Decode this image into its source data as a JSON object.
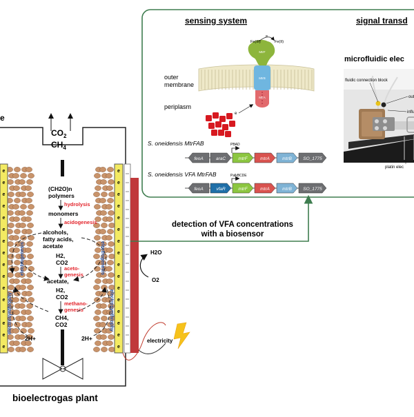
{
  "reactor": {
    "gas_line1": "CO",
    "gas_line1_sub": "2",
    "gas_line2": "CH",
    "gas_line2_sub": "4",
    "left_partial": "e",
    "polymers_formula": "(CH2O)n",
    "polymers": "polymers",
    "hydrolysis": "hydrolysis",
    "monomers": "monomers",
    "acidogenesis": "acidogenesis",
    "alcohols": "alcohols,",
    "fatty_acids": "fatty acids,",
    "acetate1": "acetate",
    "h2_a": "H2,",
    "co2_a": "CO2",
    "acetogenesis_1": "aceto-",
    "acetogenesis_2": "genesis",
    "acetate2": "acetate,",
    "h2_b": "H2,",
    "co2_b": "CO2",
    "methanogenesis_1": "methano-",
    "methanogenesis_2": "genesis",
    "ch4_out": "CH4,",
    "co2_out": "CO2",
    "proton_left": "2H+",
    "proton_right": "2H+",
    "electrogenesis": "electrogenesis",
    "electrosynthrophy": "electrosynthrophy",
    "electrode_symbol": "e",
    "h2o": "H2O",
    "o2": "O2",
    "electricity": "electricity",
    "title": "bioelectrogas plant"
  },
  "detection": {
    "line1": "detection of VFA concentrations",
    "line2": "with a biosensor"
  },
  "sensing": {
    "title": "sensing system",
    "outer_1": "outer",
    "outer_2": "membrane",
    "periplasm": "periplasm",
    "electron": "e",
    "fe3": "Fe(III)",
    "fe2": "Fe(II)",
    "e_top": "e",
    "mtrf": "MtrF",
    "mtrb": "MtrB",
    "mtra": "MtrA",
    "construct1_label": "S. oneidensis MtrFAB",
    "construct1_promoter": "PBAD",
    "construct1_genes": [
      "feoA",
      "araC",
      "mtrF",
      "mtrA",
      "mtrB",
      "SO_1775"
    ],
    "construct2_label": "S. oneidensis VFA MtrFAB",
    "construct2_promoter": "PalkBCDE",
    "construct2_genes": [
      "feoA",
      "vfaR",
      "mtrF",
      "mtrA",
      "mtrB",
      "SO_1775"
    ]
  },
  "signal": {
    "title": "signal transd",
    "device": "microfluidic elec",
    "label_block": "fluidic connection block",
    "label_out": "out",
    "label_influ": "influ",
    "label_platin": "platin elec"
  },
  "colors": {
    "electrode_yellow": "#f3ea62",
    "biofilm": "#c8936a",
    "red_bar": "#c0393b",
    "green_frame": "#3e7d4f",
    "gene_gray": "#6d6e71",
    "gene_green": "#8cc640",
    "gene_red": "#d9534f",
    "gene_blue": "#7fb3d5",
    "gene_teal": "#1f6fa8",
    "process_red": "#e3242b",
    "process_blue": "#2a57a8"
  }
}
